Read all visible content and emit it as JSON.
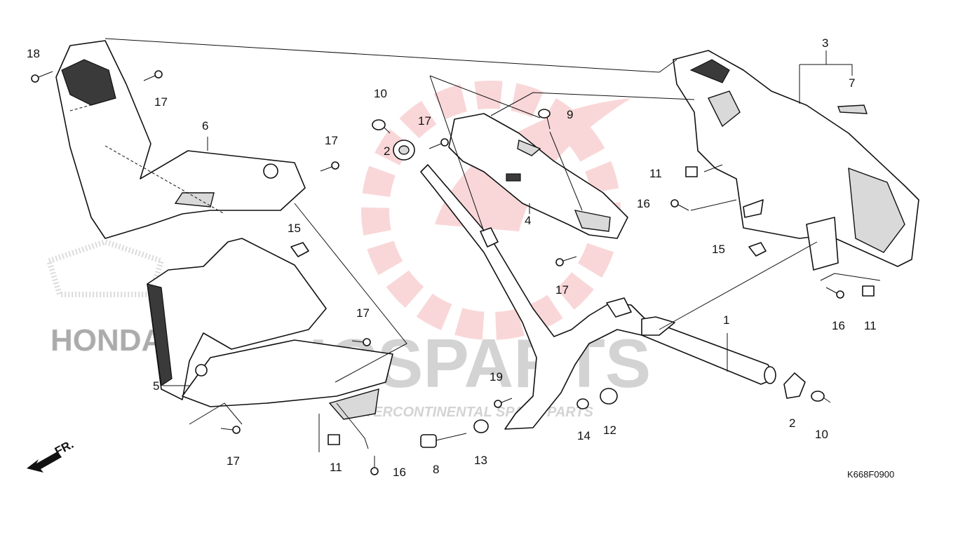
{
  "callouts": {
    "c1": "1",
    "c2a": "2",
    "c2b": "2",
    "c3": "3",
    "c4": "4",
    "c5": "5",
    "c6": "6",
    "c7": "7",
    "c8": "8",
    "c9": "9",
    "c10a": "10",
    "c10b": "10",
    "c11a": "11",
    "c11b": "11",
    "c11c": "11",
    "c12": "12",
    "c13": "13",
    "c14": "14",
    "c15a": "15",
    "c15b": "15",
    "c16a": "16",
    "c16b": "16",
    "c16c": "16",
    "c17a": "17",
    "c17b": "17",
    "c17c": "17",
    "c17d": "17",
    "c17e": "17",
    "c17f": "17",
    "c18": "18",
    "c19": "19"
  },
  "direction_label": "FR.",
  "diagram_code": "K668F0900",
  "watermark": {
    "brand": "ICSPARTS",
    "tagline": "INTERCONTINENTAL SPARE PARTS",
    "maker": "HONDA"
  }
}
